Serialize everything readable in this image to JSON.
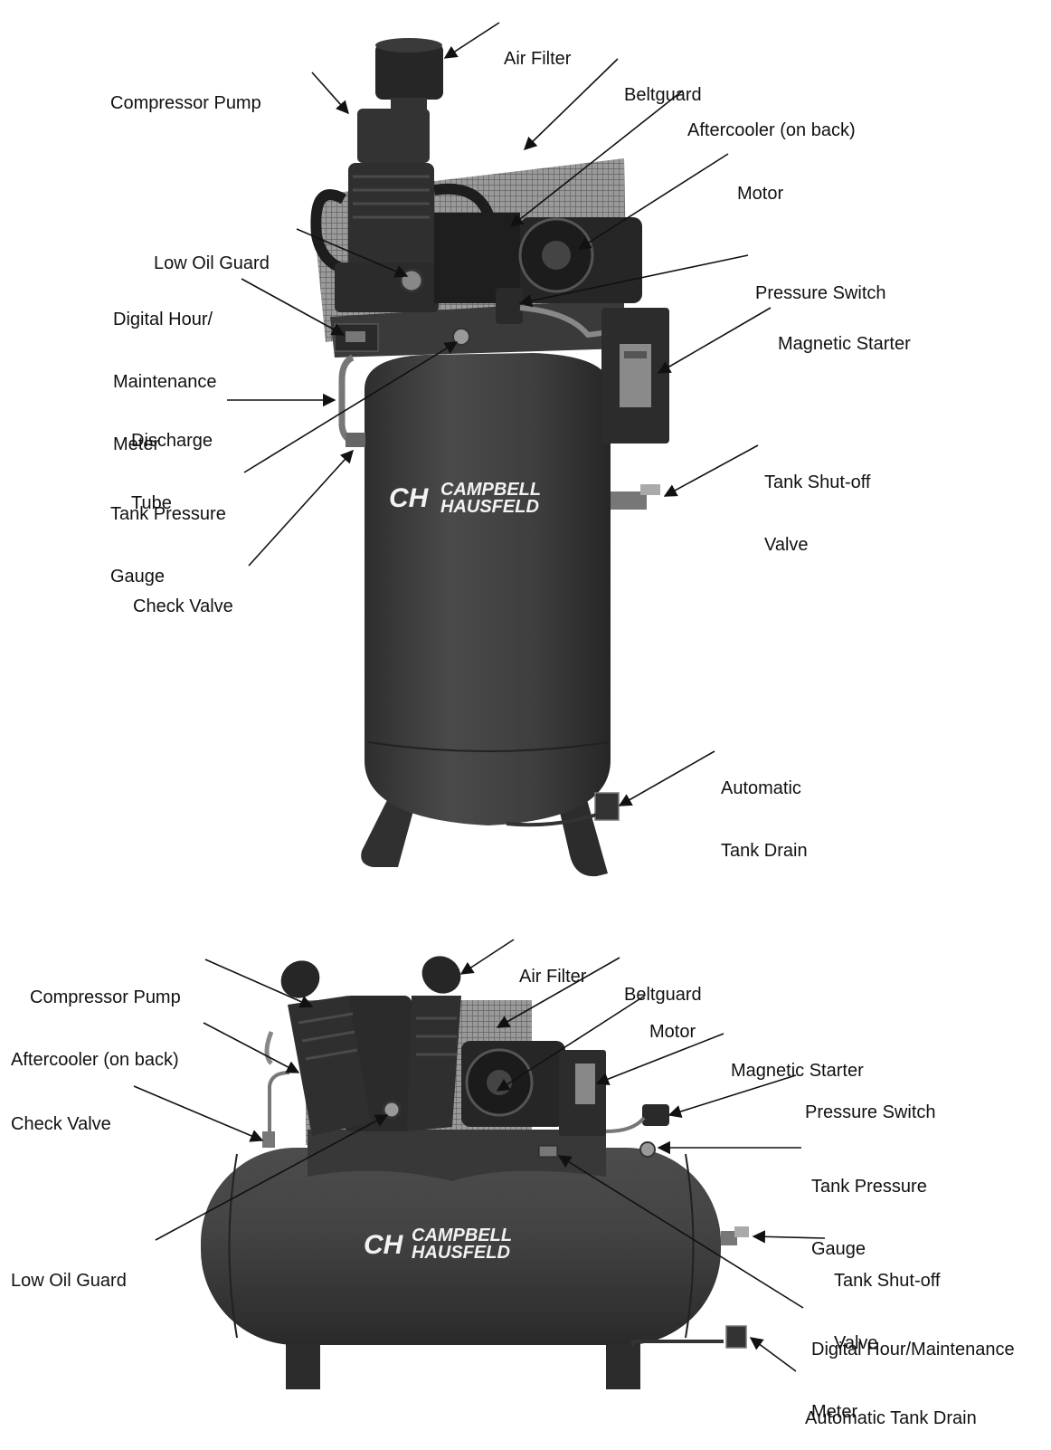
{
  "brand": {
    "line1": "CAMPBELL",
    "line2": "HAUSFELD",
    "mark": "CH"
  },
  "colors": {
    "tank": "#3d3d3d",
    "tank_shadow": "#2a2a2a",
    "metal": "#555555",
    "guard": "#8a8a8a",
    "text": "#111111",
    "logo": "#f2f2f2"
  },
  "vertical": {
    "labels": {
      "air_filter": [
        "Air Filter"
      ],
      "compressor_pump": [
        "Compressor Pump"
      ],
      "beltguard": [
        "Beltguard"
      ],
      "aftercooler": [
        "Aftercooler (on back)"
      ],
      "motor": [
        "Motor"
      ],
      "low_oil_guard": [
        "Low Oil Guard"
      ],
      "pressure_switch": [
        "Pressure Switch"
      ],
      "hour_meter": [
        "Digital Hour/",
        "Maintenance",
        "Meter"
      ],
      "magnetic_starter": [
        "Magnetic Starter"
      ],
      "discharge_tube": [
        "Discharge",
        "Tube"
      ],
      "tank_pressure_gauge": [
        "Tank Pressure",
        "Gauge"
      ],
      "shutoff_valve": [
        "Tank Shut-off",
        "Valve"
      ],
      "check_valve": [
        "Check Valve"
      ],
      "tank_drain": [
        "Automatic",
        "Tank Drain"
      ]
    }
  },
  "horizontal": {
    "labels": {
      "air_filter": [
        "Air Filter"
      ],
      "compressor_pump": [
        "Compressor Pump"
      ],
      "beltguard": [
        "Beltguard"
      ],
      "motor": [
        "Motor"
      ],
      "aftercooler": [
        "Aftercooler (on back)"
      ],
      "magnetic_starter": [
        "Magnetic Starter"
      ],
      "check_valve": [
        "Check Valve"
      ],
      "pressure_switch": [
        "Pressure Switch"
      ],
      "tank_pressure_gauge": [
        "Tank Pressure",
        "Gauge"
      ],
      "low_oil_guard": [
        "Low Oil Guard"
      ],
      "shutoff_valve": [
        "Tank Shut-off",
        "Valve"
      ],
      "hour_meter": [
        "Digital Hour/Maintenance",
        "Meter"
      ],
      "tank_drain": [
        "Automatic Tank Drain"
      ]
    }
  }
}
